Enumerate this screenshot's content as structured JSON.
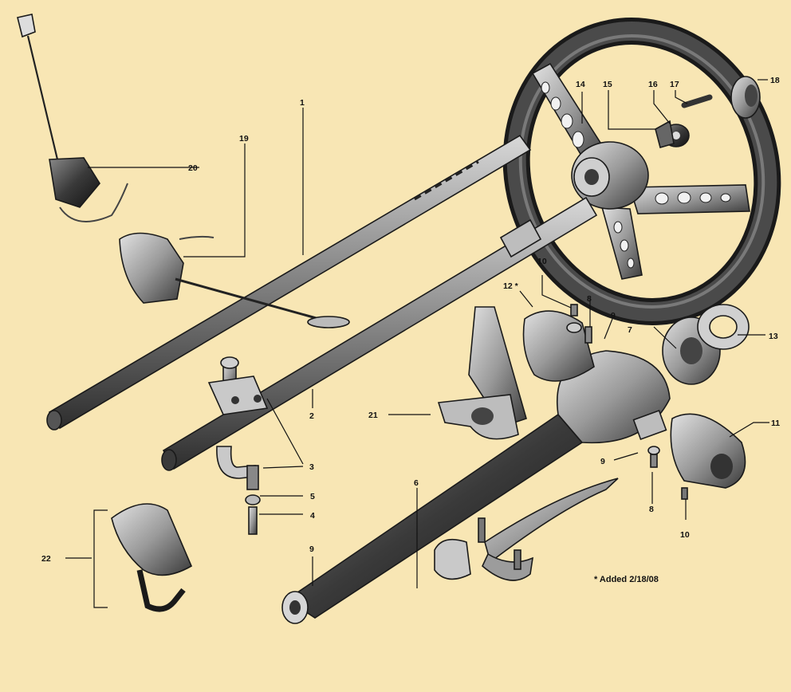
{
  "colors": {
    "background": "#f8e6b4",
    "ink": "#1a1a1a",
    "part_dark": "#3a3a3a",
    "part_mid": "#8a8a8a",
    "part_light": "#d8d8d8"
  },
  "callouts": {
    "c1": "1",
    "c2": "2",
    "c3": "3",
    "c4": "4",
    "c5": "5",
    "c6": "6",
    "c7": "7",
    "c8a": "8",
    "c8b": "8",
    "c9a": "9",
    "c9b": "9",
    "c9c": "9",
    "c10a": "10",
    "c10b": "10",
    "c11": "11",
    "c12": "12 *",
    "c13": "13",
    "c14": "14",
    "c15": "15",
    "c16": "16",
    "c17": "17",
    "c18": "18",
    "c19": "19",
    "c20": "20",
    "c21": "21",
    "c22": "22"
  },
  "note": "* Added 2/18/08"
}
